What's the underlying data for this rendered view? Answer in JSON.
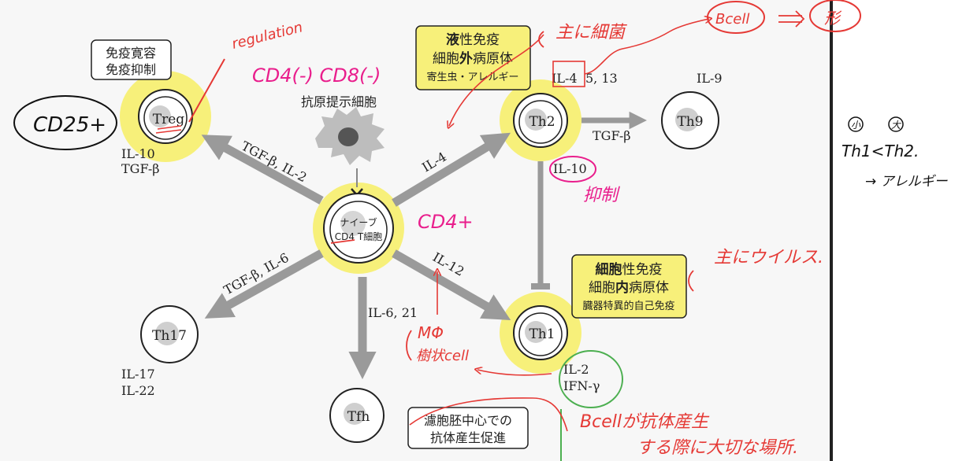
{
  "diagram": {
    "apc_label": "抗原提示細胞",
    "naive": {
      "line1": "ナイーブ",
      "line2": "CD4 T細胞"
    },
    "cells": {
      "treg": "Treg",
      "th2": "Th2",
      "th9": "Th9",
      "th17": "Th17",
      "th1": "Th1",
      "tfh": "Tfh"
    },
    "boxes": {
      "treg_line1": "免疫寛容",
      "treg_line2": "免疫抑制",
      "th2_line1_bold": "液",
      "th2_line1_rest": "性免疫",
      "th2_line2_a": "細胞",
      "th2_line2_bold": "外",
      "th2_line2_b": "病原体",
      "th2_line3": "寄生虫・アレルギー",
      "th1_line1_bold": "細胞",
      "th1_line1_rest": "性免疫",
      "th1_line2_a": "細胞",
      "th1_line2_bold": "内",
      "th1_line2_b": "病原体",
      "th1_line3": "臓器特異的自己免疫",
      "tfh_line1": "濾胞胚中心での",
      "tfh_line2": "抗体産生促進"
    },
    "arrows": {
      "to_treg": "TGF-β, IL-2",
      "to_th2": "IL-4",
      "to_th17": "TGF-β, IL-6",
      "to_th1": "IL-12",
      "to_tfh": "IL-6, 21",
      "th2_to_th9": "TGF-β"
    },
    "cytokines": {
      "treg_1": "IL-10",
      "treg_2": "TGF-β",
      "th2_a": "IL-4",
      "th2_b": "5, 13",
      "th9": "IL-9",
      "th2_down": "IL-10",
      "th17_1": "IL-17",
      "th17_2": "IL-22",
      "th1_1": "IL-2",
      "th1_2": "IFN-γ"
    }
  },
  "annotations": {
    "regulation": "regulation",
    "cd25": "CD25+",
    "cd4_cd8_neg": "CD4(-) CD8(-)",
    "cd4_pos": "CD4+",
    "mainly_bacteria": "主に細菌",
    "bcell_top": "Bcell",
    "plasma": "形",
    "suppress": "抑制",
    "mainly_virus": "主にウイルス.",
    "mphi": "MΦ",
    "dendritic": "樹状cell",
    "bcell_note_1": "Bcellが抗体産生",
    "bcell_note_2": "する際に大切な場所.",
    "side_small": "小",
    "side_large": "大",
    "side_ineq": "Th1<Th2.",
    "side_allergy": "→ アレルギー"
  }
}
